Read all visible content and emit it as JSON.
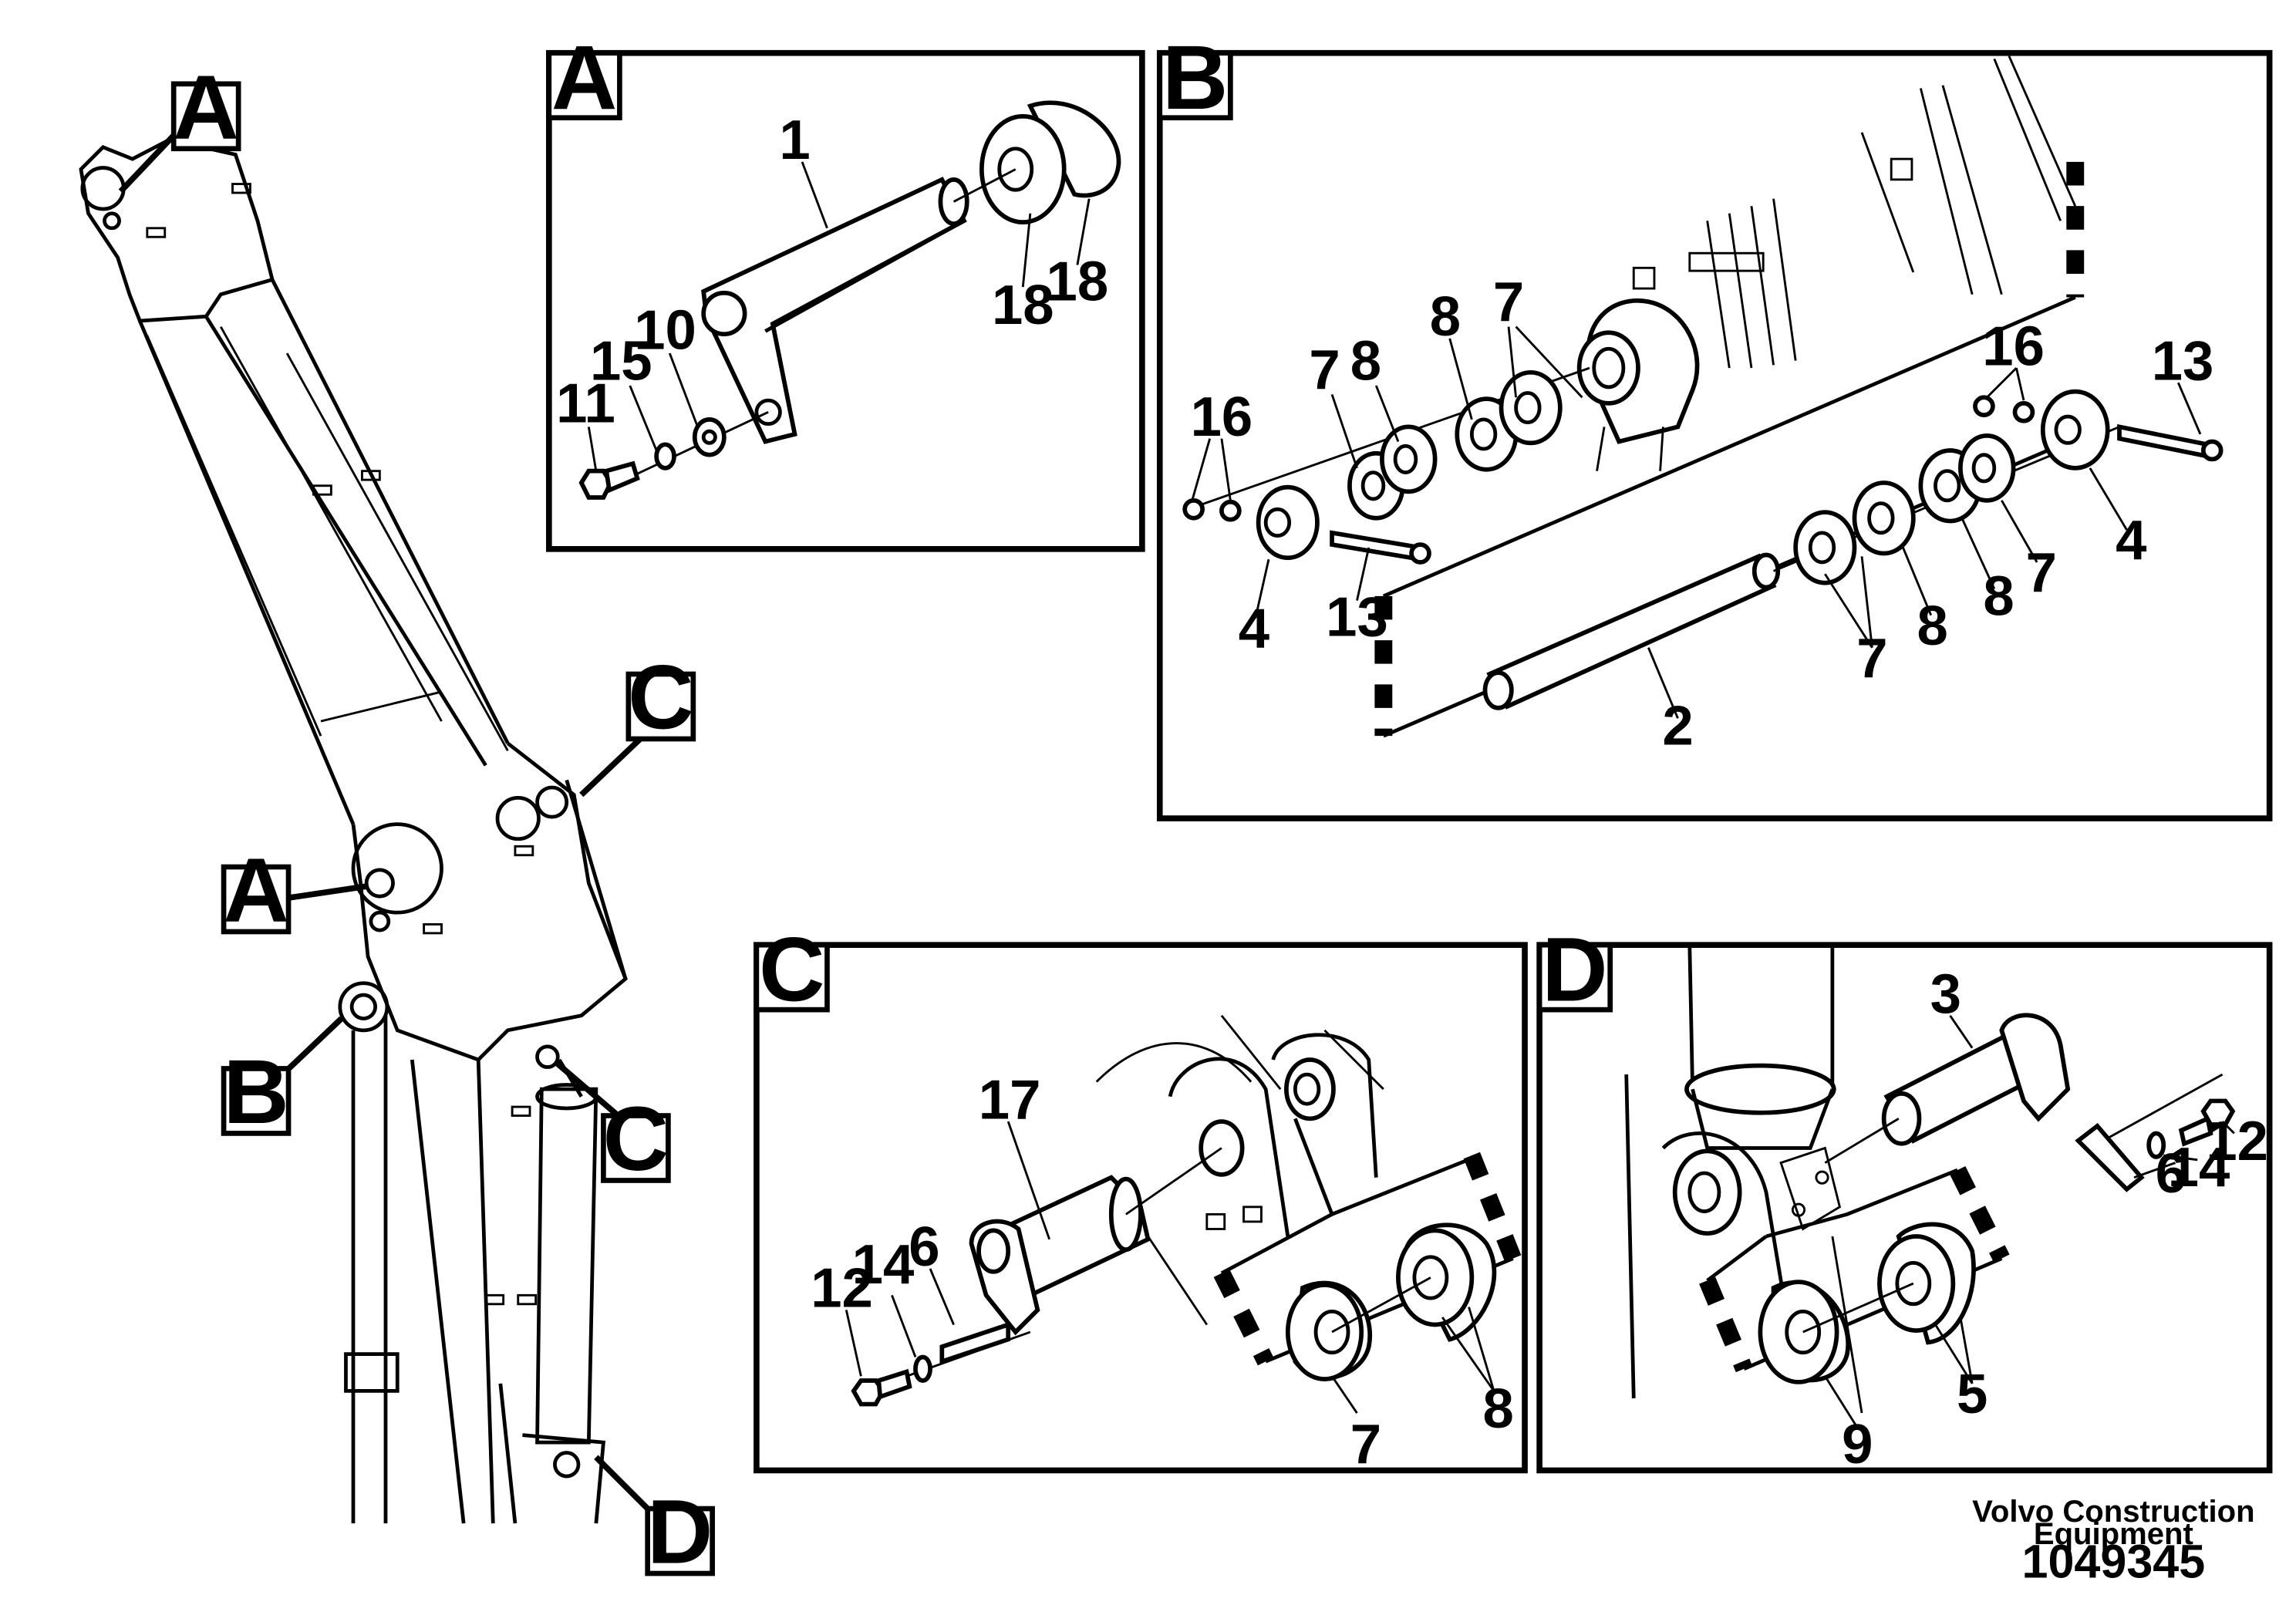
{
  "diagram": {
    "callouts": {
      "a_top": "A",
      "a_mid": "A",
      "b": "B",
      "c_top": "C",
      "c_mid": "C",
      "d": "D"
    },
    "panels": {
      "A": {
        "tag": "A",
        "labels": {
          "p1": "1",
          "p10": "10",
          "p11": "11",
          "p15": "15",
          "p18a": "18",
          "p18b": "18"
        }
      },
      "B": {
        "tag": "B",
        "labels": {
          "p2": "2",
          "p4a": "4",
          "p4b": "4",
          "p7a": "7",
          "p7b": "7",
          "p7c": "7",
          "p7d": "7",
          "p8a": "8",
          "p8b": "8",
          "p8c": "8",
          "p8d": "8",
          "p13a": "13",
          "p13b": "13",
          "p16a": "16",
          "p16b": "16"
        }
      },
      "C": {
        "tag": "C",
        "labels": {
          "p6": "6",
          "p7": "7",
          "p8": "8",
          "p12": "12",
          "p14": "14",
          "p17": "17"
        }
      },
      "D": {
        "tag": "D",
        "labels": {
          "p3": "3",
          "p5": "5",
          "p6": "6",
          "p9": "9",
          "p12": "12",
          "p14": "14"
        }
      }
    },
    "footer": {
      "brand_line1": "Volvo Construction",
      "brand_line2": "Equipment",
      "drawing_number": "1049345"
    }
  }
}
